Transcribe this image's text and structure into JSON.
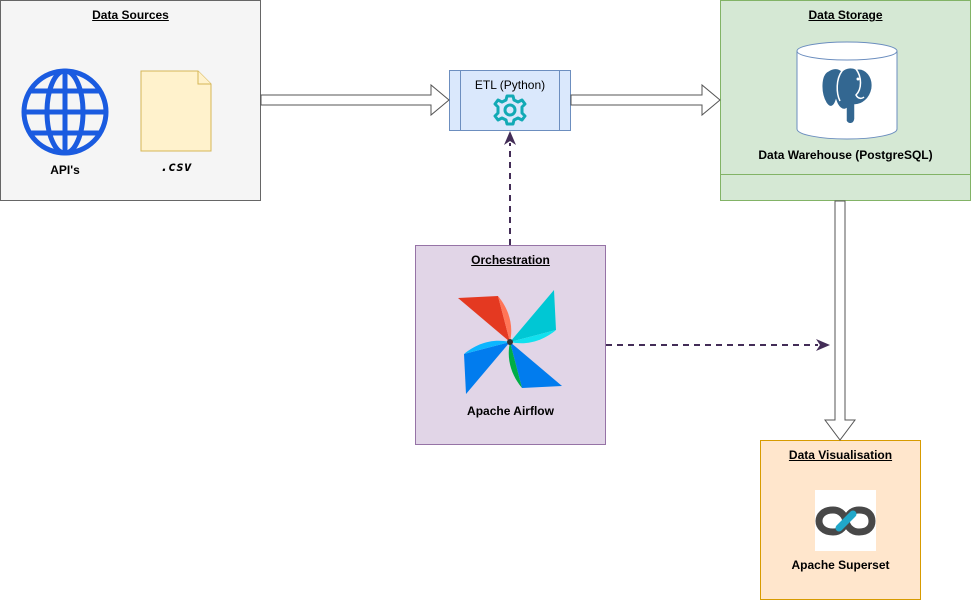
{
  "sources": {
    "title": "Data Sources",
    "api_label": "API's",
    "csv_label": ".csv"
  },
  "etl": {
    "label": "ETL (Python)"
  },
  "storage": {
    "title": "Data Storage",
    "warehouse_label": "Data Warehouse (PostgreSQL)"
  },
  "orchestration": {
    "title": "Orchestration",
    "tool_label": "Apache Airflow"
  },
  "visualisation": {
    "title": "Data Visualisation",
    "tool_label": "Apache Superset"
  },
  "icons": {
    "globe": "globe-icon",
    "csv_file": "file-icon",
    "etl": "gear-icon",
    "database": "postgresql-icon",
    "airflow": "airflow-logo-icon",
    "superset": "superset-logo-icon"
  },
  "colors": {
    "sources_fill": "#f5f5f5",
    "etl_fill": "#dae8fc",
    "storage_fill": "#d5e8d4",
    "orchestration_fill": "#e1d5e7",
    "visualisation_fill": "#ffe6cc",
    "dashed_edge": "#432d57"
  }
}
